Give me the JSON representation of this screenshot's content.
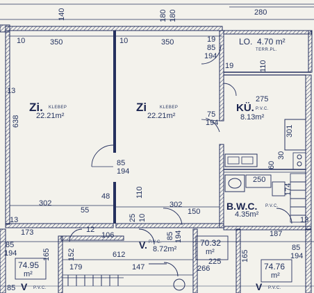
{
  "rooms": {
    "zi_left": {
      "name": "Zi.",
      "finish": "KLEBEP",
      "area": "22.21m²"
    },
    "zi_right": {
      "name": "Zi",
      "finish": "KLEBEP",
      "area": "22.21m²"
    },
    "kitchen": {
      "name": "KÜ.",
      "finish": "P.V.C.",
      "area": "8.13m²"
    },
    "bath": {
      "name": "B.W.C.",
      "finish": "P.V.C.",
      "area": "4.35m²"
    },
    "hall": {
      "name": "V.",
      "finish": "P.V.C.",
      "area": "8.72m²"
    },
    "loggia": {
      "name": "LO.",
      "area": "4.70 m²",
      "finish": "TERR.PL."
    },
    "box_a": {
      "area": "70.32",
      "unit": "m²"
    },
    "box_b": {
      "area": "74.95",
      "unit": "m²"
    },
    "box_c": {
      "area": "74.76",
      "unit": "m²"
    },
    "bottom_left": {
      "name": "V",
      "finish": "P.V.C."
    },
    "bottom_right": {
      "name": "V",
      "finish": "P.V.C."
    }
  },
  "dims": {
    "top_140": "140",
    "top_180": "180",
    "top_180b": "180",
    "top_280": "280",
    "d_350a": "350",
    "d_350b": "350",
    "d_10a": "10",
    "d_10b": "10",
    "d_19": "19",
    "d_85a": "85",
    "d_194a": "194",
    "d_13a": "13",
    "d_638": "638",
    "d_75": "75",
    "d_194b": "194",
    "d_275": "275",
    "d_85b": "85",
    "d_194c": "194",
    "d_110a": "110",
    "d_110b": "110",
    "d_302a": "302",
    "d_302b": "302",
    "d_150": "150",
    "d_55": "55",
    "d_48": "48",
    "d_250": "250",
    "d_174": "174",
    "d_301": "301",
    "d_30": "30",
    "d_60": "60",
    "d_173": "173",
    "d_106": "106",
    "d_85c": "85",
    "d_194d": "194",
    "d_187": "187",
    "d_612": "612",
    "d_179": "179",
    "d_147": "147",
    "d_225": "225",
    "d_266": "266",
    "d_85d": "85",
    "d_194e": "194",
    "d_85e": "85",
    "d_165a": "165",
    "d_165b": "165",
    "d_152": "152",
    "d_13b": "13",
    "d_13c": "13",
    "d_25": "25",
    "d_10c": "10",
    "d_85f": "85",
    "d_12": "12"
  },
  "colors": {
    "ink": "#23325f",
    "paper": "#f3f2ec",
    "wall": "#25305e"
  }
}
